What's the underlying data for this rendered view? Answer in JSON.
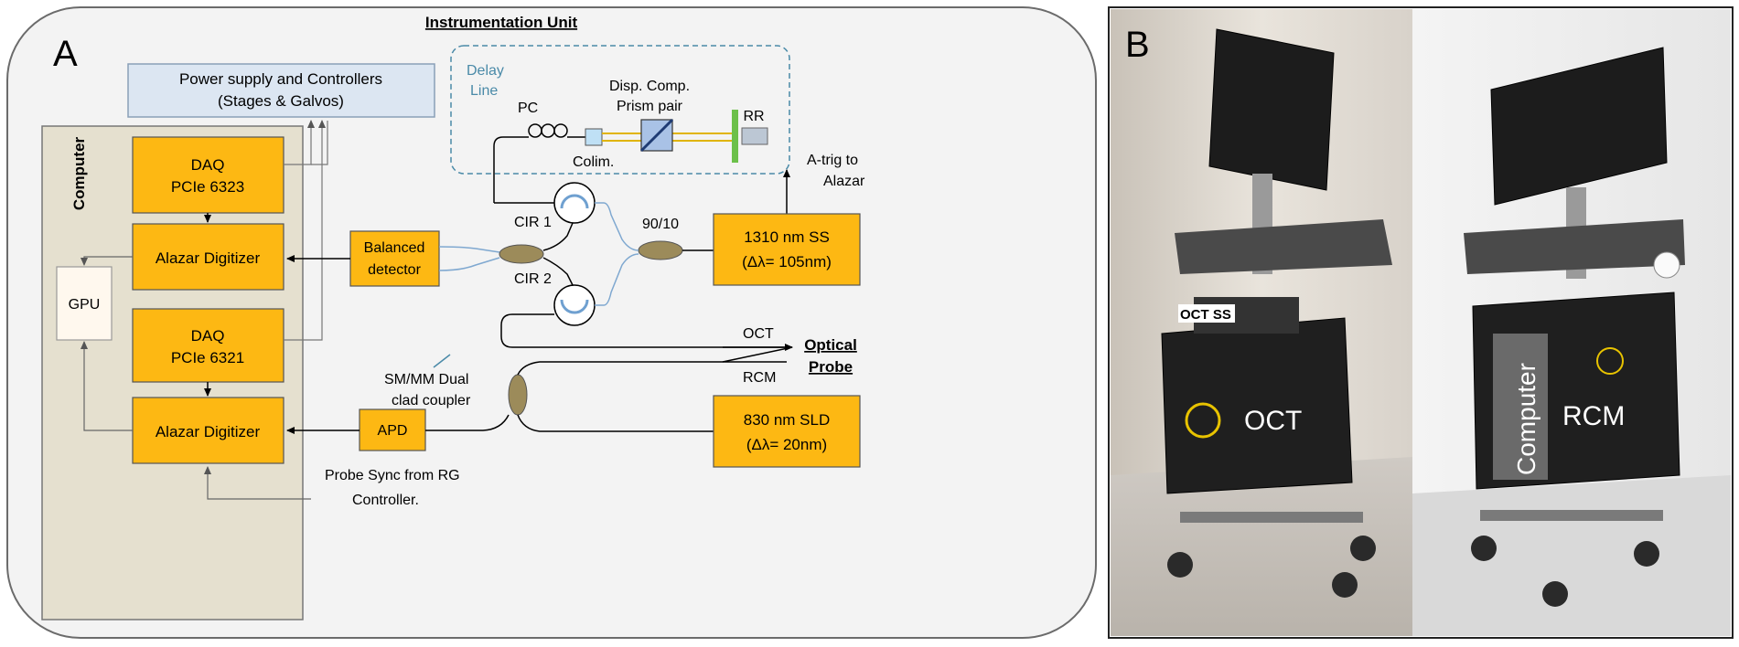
{
  "panel_a": {
    "label": "A",
    "title": "Instrumentation Unit",
    "computer_label": "Computer",
    "power_supply": {
      "line1": "Power supply and Controllers",
      "line2": "(Stages & Galvos)"
    },
    "daq_top": {
      "line1": "DAQ",
      "line2": "PCIe 6323"
    },
    "daq_bottom": {
      "line1": "DAQ",
      "line2": "PCIe 6321"
    },
    "alazar_top": "Alazar Digitizer",
    "alazar_bottom": "Alazar Digitizer",
    "gpu": "GPU",
    "balanced_detector": {
      "line1": "Balanced",
      "line2": "detector"
    },
    "apd": "APD",
    "delay_line": {
      "line1": "Delay",
      "line2": "Line"
    },
    "pc": "PC",
    "disp_comp": {
      "line1": "Disp. Comp.",
      "line2": "Prism pair"
    },
    "colim": "Colim.",
    "rr": "RR",
    "cir1": "CIR 1",
    "cir2": "CIR 2",
    "ratio": "90/10",
    "a_trig": {
      "line1": "A-trig to",
      "line2": "Alazar"
    },
    "source_ss": {
      "line1": "1310 nm SS",
      "line2": "(Δλ= 105nm)"
    },
    "source_sld": {
      "line1": "830 nm SLD",
      "line2": "(Δλ= 20nm)"
    },
    "oct": "OCT",
    "rcm": "RCM",
    "optical_probe": {
      "line1": "Optical",
      "line2": "Probe"
    },
    "coupler": {
      "line1": "SM/MM Dual",
      "line2": "clad coupler"
    },
    "probe_sync": {
      "line1": "Probe  Sync from RG",
      "line2": "Controller."
    }
  },
  "panel_b": {
    "label": "B",
    "label_oct_ss": "OCT SS",
    "label_oct": "OCT",
    "label_rcm": "RCM",
    "label_computer": "Computer"
  },
  "colors": {
    "orange_box": "#FDB813",
    "panel_bg": "#F3F3F3",
    "computer_bg": "#E5E0CF",
    "power_box": "#DCE6F2",
    "fiber_blue": "#7FA8D0",
    "coupler": "#9C8B5A"
  }
}
